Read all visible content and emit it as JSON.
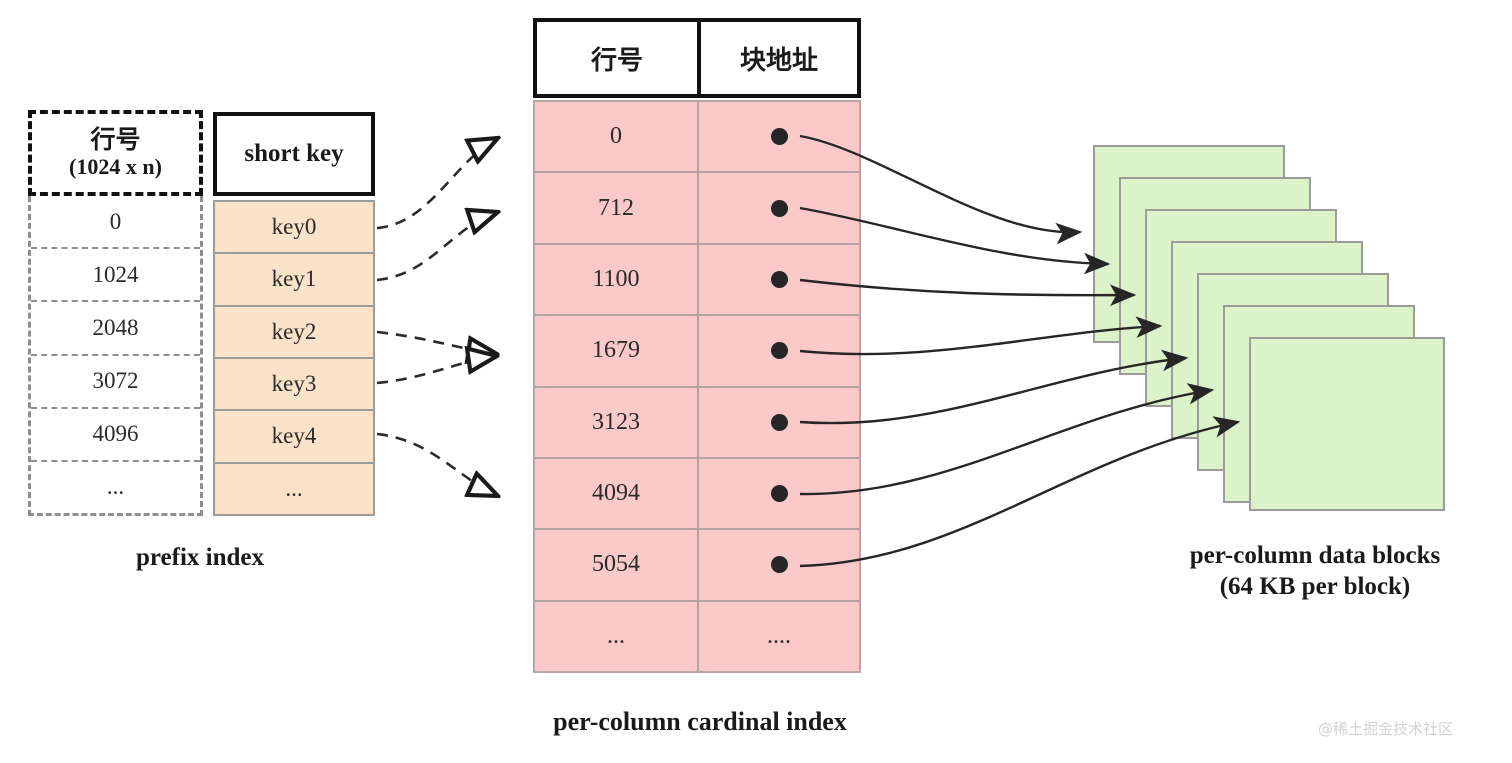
{
  "prefix_index": {
    "header": {
      "title": "行号",
      "subtitle": "(1024 x n)"
    },
    "rows": [
      "0",
      "1024",
      "2048",
      "3072",
      "4096",
      "..."
    ],
    "caption": "prefix index"
  },
  "short_key": {
    "header": "short key",
    "rows": [
      "key0",
      "key1",
      "key2",
      "key3",
      "key4",
      "..."
    ]
  },
  "cardinal_index": {
    "columns": [
      "行号",
      "块地址"
    ],
    "rows": [
      {
        "row_no": "0",
        "addr": "dot"
      },
      {
        "row_no": "712",
        "addr": "dot"
      },
      {
        "row_no": "1100",
        "addr": "dot"
      },
      {
        "row_no": "1679",
        "addr": "dot"
      },
      {
        "row_no": "3123",
        "addr": "dot"
      },
      {
        "row_no": "4094",
        "addr": "dot"
      },
      {
        "row_no": "5054",
        "addr": "dot"
      },
      {
        "row_no": "...",
        "addr": "...."
      }
    ],
    "caption": "per-column cardinal index"
  },
  "data_blocks": {
    "count": 7,
    "caption_line1": "per-column data blocks",
    "caption_line2": "(64 KB per block)"
  },
  "watermark": "@稀土掘金技术社区",
  "colors": {
    "pink_fill": "#fbc9c9",
    "peach_fill": "#fae3c8",
    "green_fill": "#dcf2c8",
    "border_dark": "#111111",
    "border_grey": "#9b9b9b",
    "arrow": "#262626"
  }
}
